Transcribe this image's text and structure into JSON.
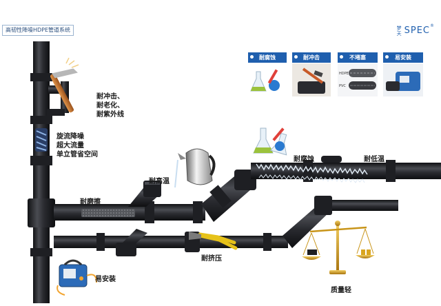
{
  "header": {
    "title": "高韧性降噪HDPE管道系统",
    "brand_cn": "梦天",
    "brand_en": "SPEC",
    "brand_mark": "®"
  },
  "features": [
    {
      "label": "耐腐蚀"
    },
    {
      "label": "耐冲击"
    },
    {
      "label": "不堵塞"
    },
    {
      "label": "易安装"
    }
  ],
  "feature_minor": {
    "upper": "HDPE",
    "lower": "PVC"
  },
  "labels": {
    "impact_lines": [
      "耐冲击、",
      "耐老化、",
      "耐紫外线"
    ],
    "spiral_lines": [
      "旋流降噪",
      "超大流量",
      "单立管省空间"
    ],
    "high_temp": "耐高温",
    "abrasion": "耐磨擦",
    "corrosion": "耐腐蚀",
    "low_temp": "耐低温",
    "squeeze": "耐挤压",
    "install": "易安装",
    "light": "质量轻"
  },
  "colors": {
    "pipe": "#1e1f23",
    "pipe_highlight": "#4a4c52",
    "accent_blue": "#1f5fae",
    "hammer_handle": "#c8732e",
    "pliers_yellow": "#e6c21a",
    "scale_gold": "#d9a520",
    "frost": "#dfe9f3"
  }
}
